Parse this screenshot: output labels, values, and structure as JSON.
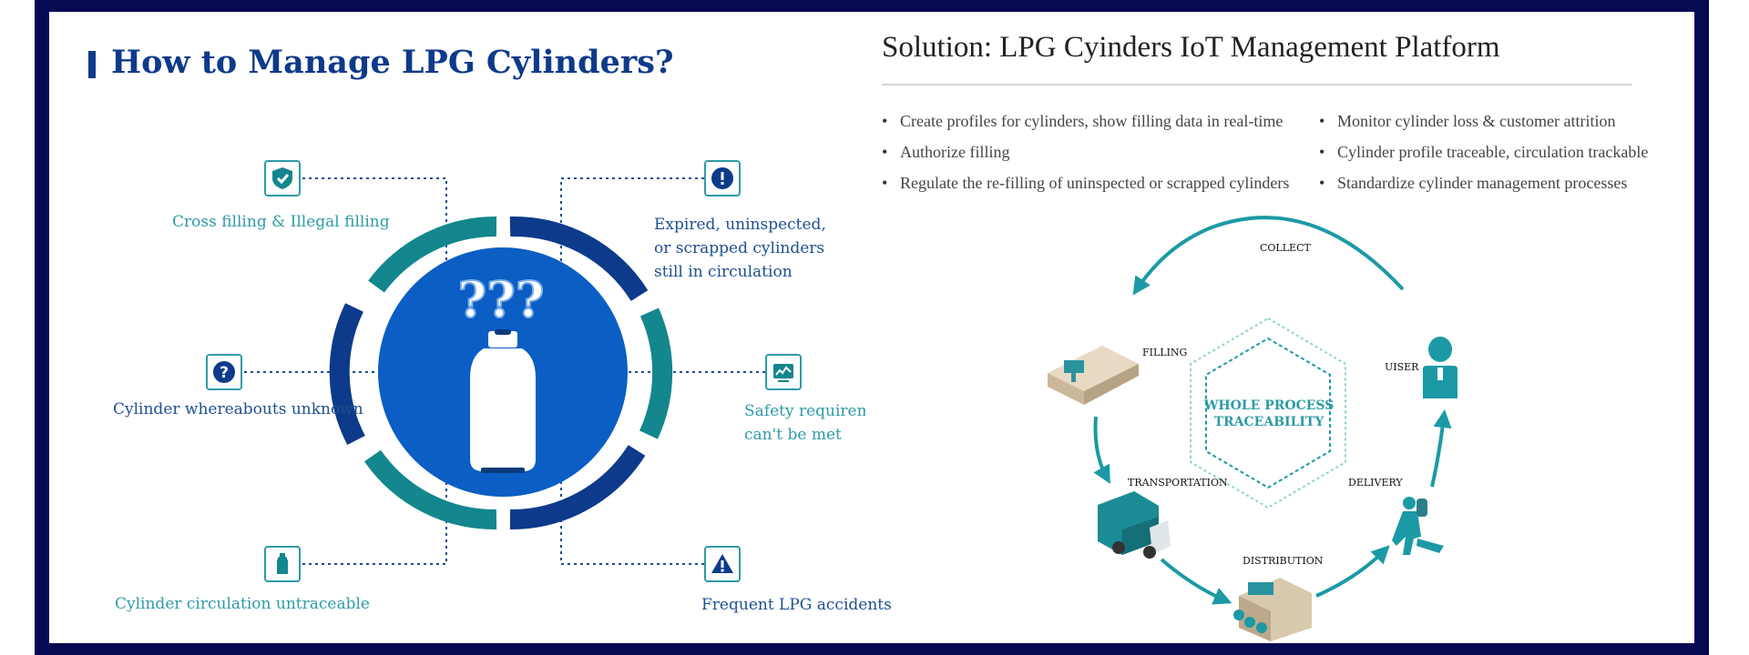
{
  "left": {
    "title": "How to Manage LPG Cylinders?",
    "problems": {
      "cross_filling": "Cross filling & Illegal filling",
      "expired": [
        "Expired, uninspected,",
        "or scrapped cylinders",
        "still in circulation"
      ],
      "whereabouts": "Cylinder whereabouts unknown",
      "safety": [
        "Safety requiremen",
        "can't be met"
      ],
      "untraceable": "Cylinder circulation untraceable",
      "accidents": "Frequent LPG accidents"
    },
    "center_glyph": "???",
    "icons": {
      "cross_filling": "shield-check-icon",
      "expired": "exclamation-icon",
      "whereabouts": "question-icon",
      "safety": "monitor-chart-icon",
      "untraceable": "cylinder-icon",
      "accidents": "warning-triangle-icon"
    },
    "colors": {
      "navy": "#0d3a8a",
      "teal": "#2e9ba6",
      "blue": "#0a5ec4"
    }
  },
  "right": {
    "title": "Solution: LPG Cyinders IoT Management Platform",
    "bullets_left": [
      "Create profiles for cylinders, show filling data in real-time",
      "Authorize filling",
      "Regulate the re-filling of uninspected or scrapped cylinders"
    ],
    "bullets_right": [
      "Monitor cylinder loss & customer attrition",
      "Cylinder profile traceable, circulation trackable",
      "Standardize cylinder management processes"
    ],
    "cycle": {
      "collect": "COLLECT",
      "filling": "FILLING",
      "user": "UISER",
      "transportation": "TRANSPORTATION",
      "delivery": "DELIVERY",
      "distribution": "DISTRIBUTION",
      "center": [
        "WHOLE PROCESS",
        "TRACEABILITY"
      ]
    }
  }
}
